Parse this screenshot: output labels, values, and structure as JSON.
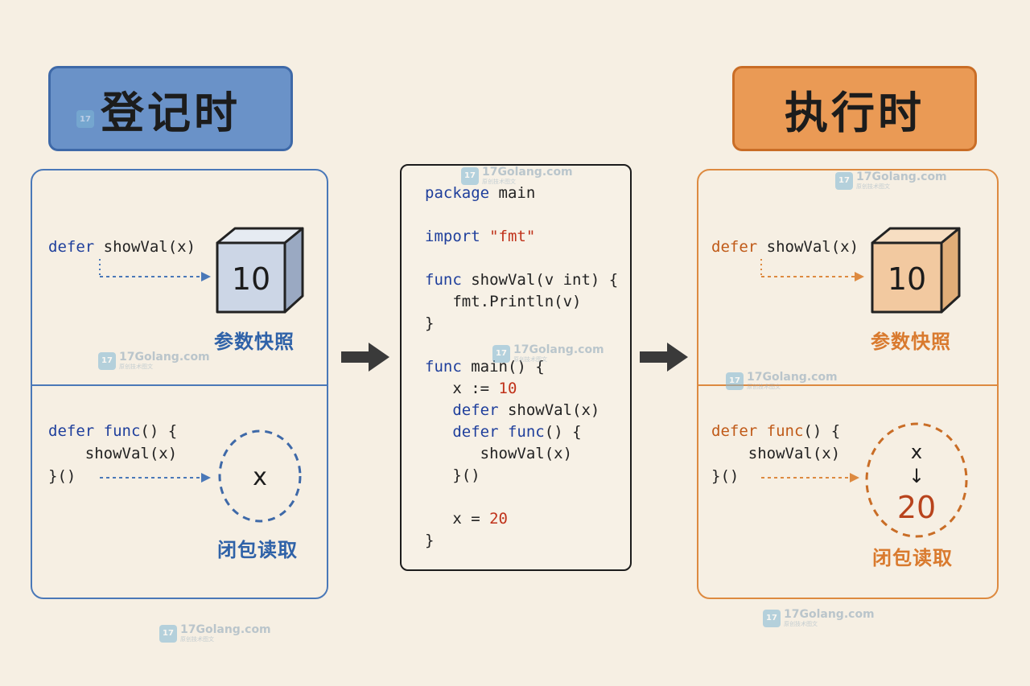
{
  "titles": {
    "left": "登记时",
    "right": "执行时"
  },
  "left_panel": {
    "top": {
      "kw": "defer",
      "call": " showVal(x)",
      "cube_value": "10",
      "label": "参数快照"
    },
    "bottom": {
      "line1_kw1": "defer",
      "line1_kw2": "func",
      "line1_rest": "() {",
      "line2": "    showVal(x)",
      "line3": "}()",
      "circle_value": "x",
      "label": "闭包读取"
    }
  },
  "right_panel": {
    "top": {
      "kw": "defer",
      "call": " showVal(x)",
      "cube_value": "10",
      "label": "参数快照"
    },
    "bottom": {
      "line1_kw1": "defer",
      "line1_kw2": "func",
      "line1_rest": "() {",
      "line2": "    showVal(x)",
      "line3": "}()",
      "circle_var": "x",
      "circle_arrow": "↓",
      "circle_value": "20",
      "label": "闭包读取"
    }
  },
  "code": {
    "l1_kw": "package",
    "l1_rest": " main",
    "l2_kw": "import",
    "l2_str": " \"fmt\"",
    "l3_kw": "func",
    "l3_rest": " showVal(v int) {",
    "l4": "   fmt.Println(v)",
    "l5": "}",
    "l6_kw": "func",
    "l6_rest": " main() {",
    "l7_pre": "   x := ",
    "l7_num": "10",
    "l8_kw": "defer",
    "l8_rest": " showVal(x)",
    "l9_kw1": "defer",
    "l9_kw2": "func",
    "l9_rest": "() {",
    "l10": "      showVal(x)",
    "l11": "   }()",
    "l12_pre": "   x = ",
    "l12_num": "20",
    "l13": "}"
  },
  "watermark": {
    "icon": "17",
    "name": "17Golang.com",
    "sub": "原创技术图文"
  },
  "colors": {
    "blue": "#4a78b8",
    "orange": "#dd8a40",
    "background": "#f6efe3"
  }
}
